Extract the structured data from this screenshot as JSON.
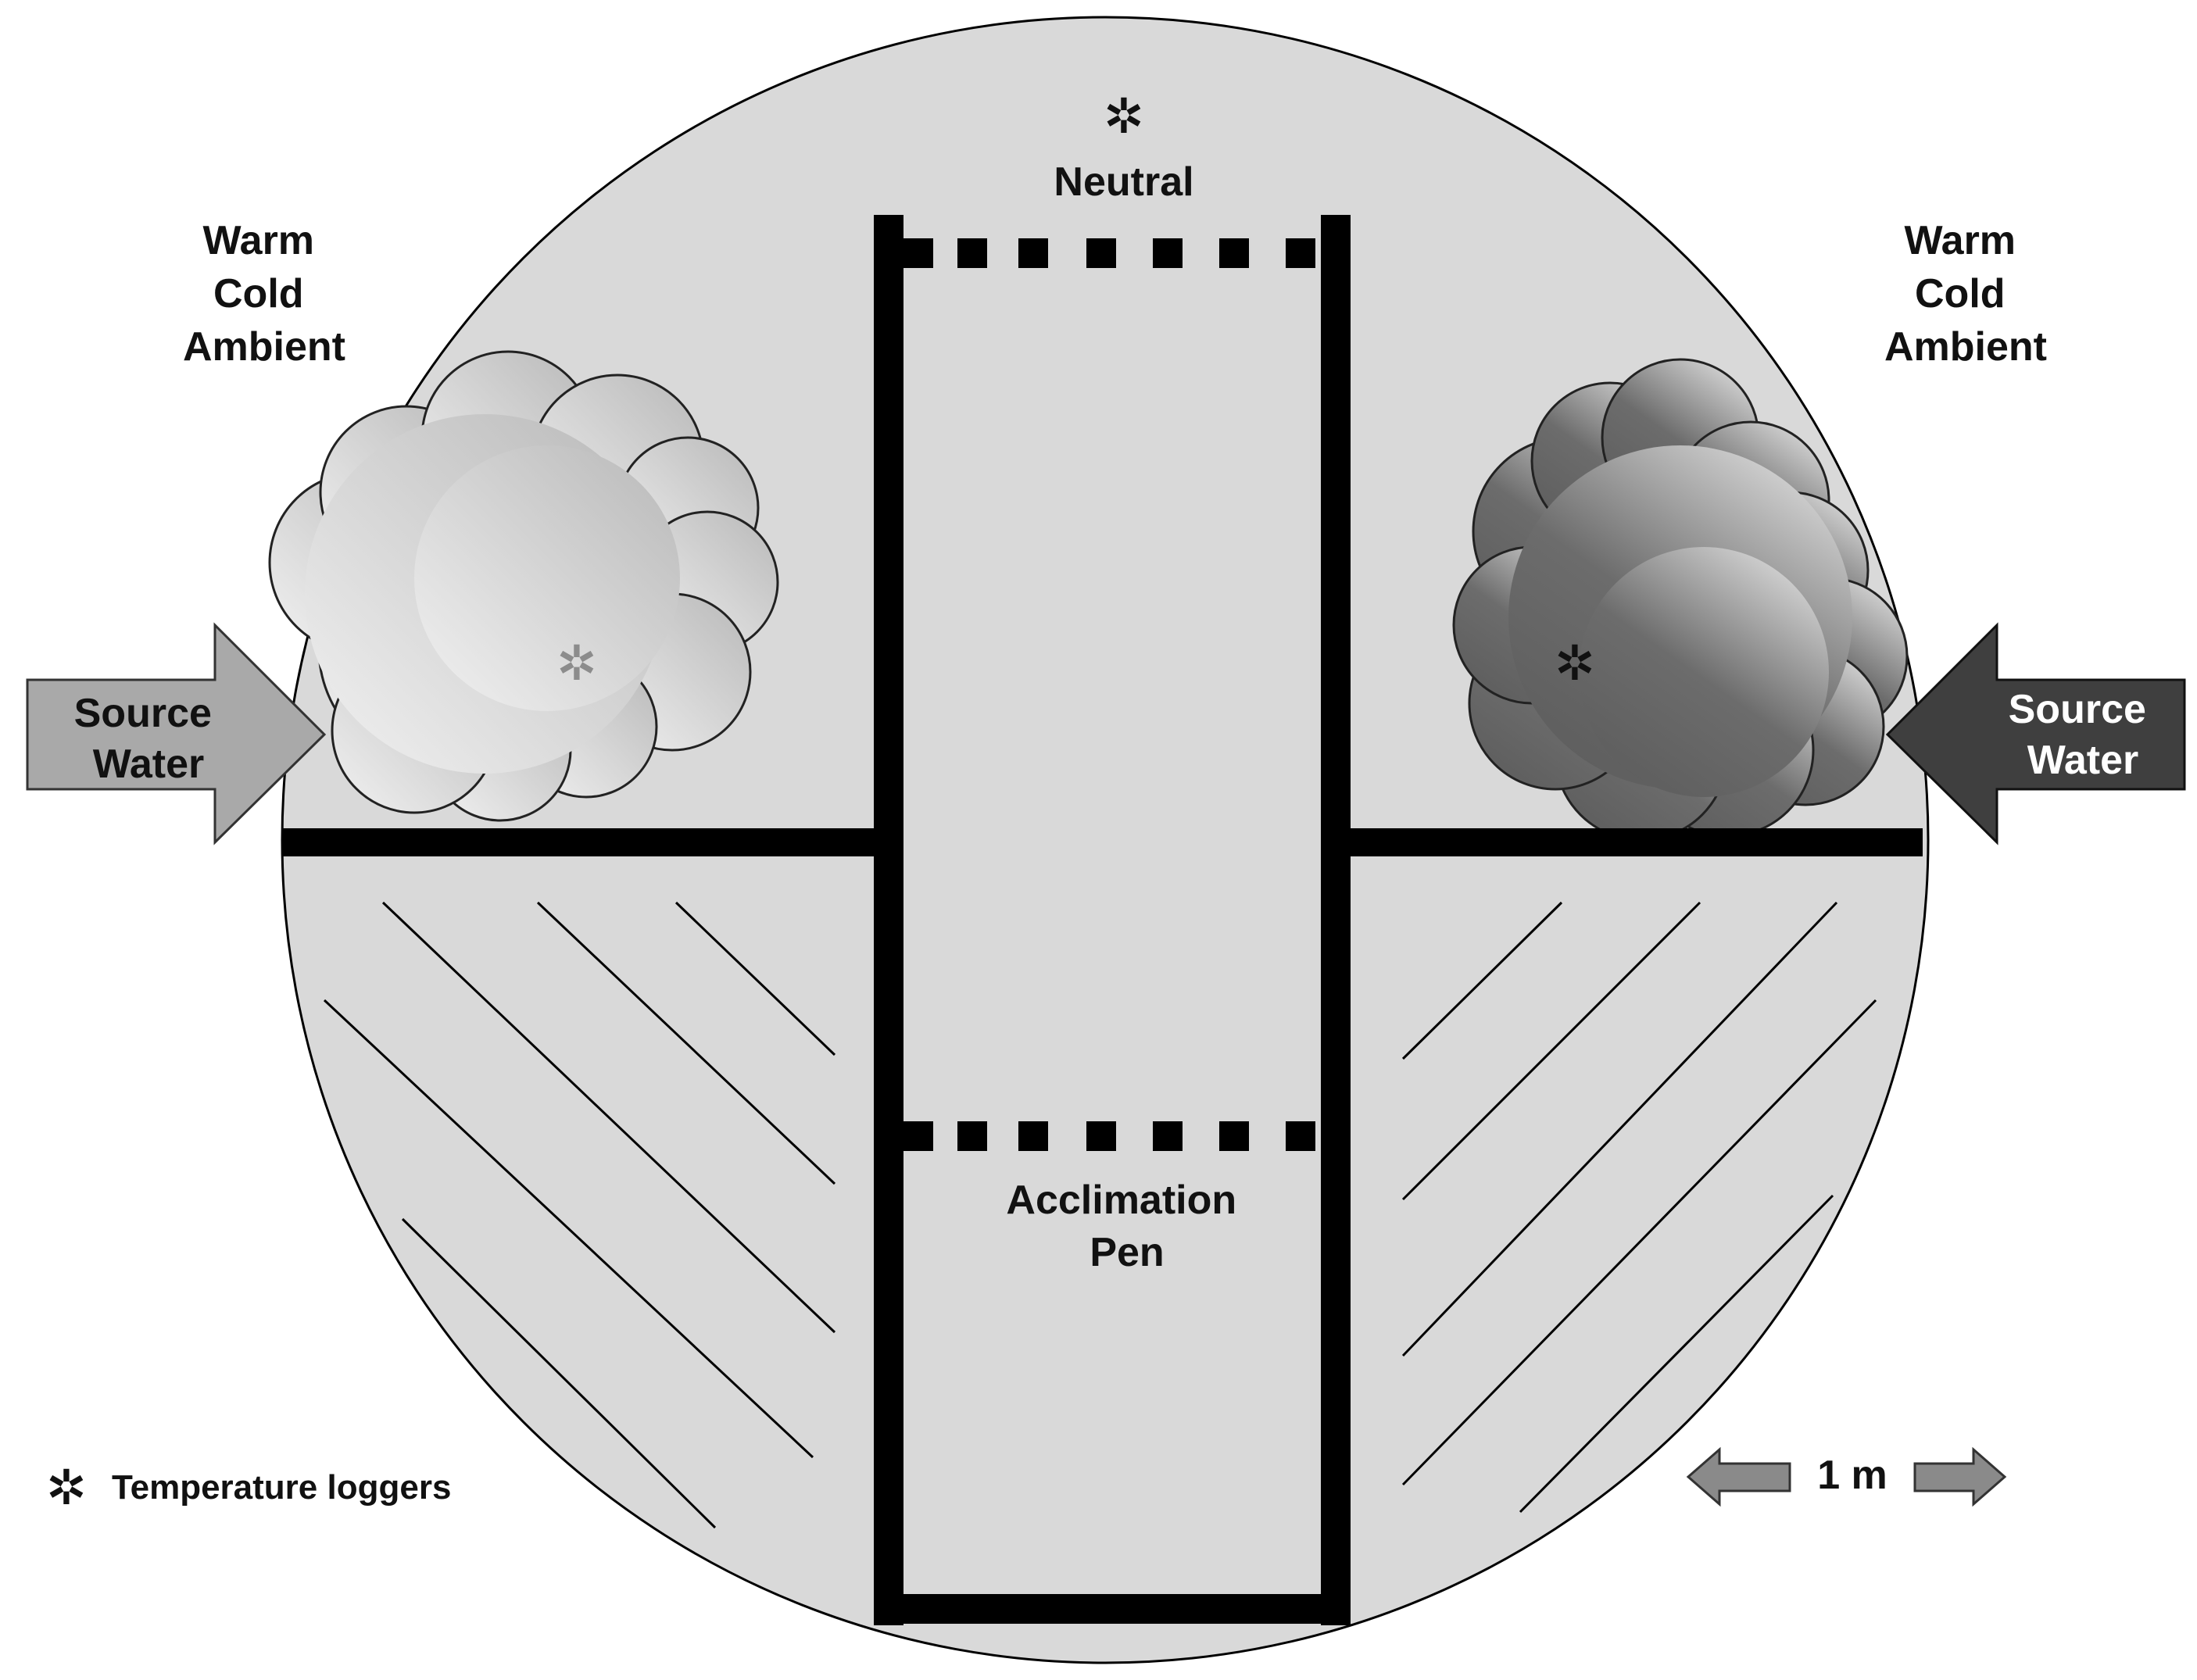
{
  "labels": {
    "neutral": "Neutral",
    "left_conditions": [
      "Warm",
      "Cold",
      "Ambient"
    ],
    "right_conditions": [
      "Warm",
      "Cold",
      "Ambient"
    ],
    "source_water_left": [
      "Source",
      "Water"
    ],
    "source_water_right": [
      "Source",
      "Water"
    ],
    "acclimation_pen": [
      "Acclimation",
      "Pen"
    ],
    "legend_text": "Temperature loggers",
    "scale_text": "1 m"
  },
  "icons": {
    "logger": "✲",
    "legend_logger": "✲"
  },
  "colors": {
    "tank_fill": "#d9d9d9",
    "outline": "#000000",
    "left_arrow_fill": "#a9a9a9",
    "right_arrow_fill": "#3f3f3f",
    "light_cloud_low": "#f2f2f2",
    "light_cloud_high": "#bdbdbd",
    "dark_cloud_low": "#5f5f5f",
    "dark_cloud_high": "#cfcfcf",
    "scale_arrow_fill": "#8a8a8a",
    "left_logger_color": "#8c8c8c",
    "dark_logger_color": "#111111"
  }
}
